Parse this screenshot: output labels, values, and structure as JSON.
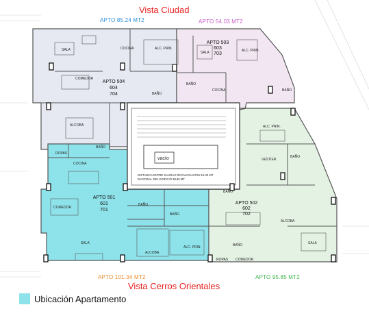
{
  "titles": {
    "top": "Vista Ciudad",
    "bottom": "Vista Cerros Orientales"
  },
  "areas": {
    "a504": "APTO  85.24 MT2",
    "a503": "APTO  54.03 MT2",
    "a501": "APTO  101.34 MT2",
    "a502": "APTO  95.85 MT2"
  },
  "apartments": {
    "a504": [
      "APTO 504",
      "604",
      "704"
    ],
    "a503": [
      "APTO 503",
      "603",
      "703"
    ],
    "a501": [
      "APTO 501",
      "601",
      "701"
    ],
    "a502": [
      "APTO 502",
      "602",
      "702"
    ]
  },
  "rooms": {
    "sala": "SALA",
    "cocina": "COCINA",
    "alc_prin": "ALC. PRIN.",
    "comedor": "COMEDOR",
    "bano": "BAÑO",
    "alcoba": "ALCOBA",
    "ropas": "ROPAS",
    "vestier": "VESTIER",
    "vacio": "vacío"
  },
  "evacuation": [
    "DISTANCIA ENTRE SALIDAS DE EVACUACION  15.30 MT",
    "DIAGONAL DEL EDIFICIO  38.90 MT"
  ],
  "legend": {
    "label": "Ubicación Apartamento",
    "color": "#8ee3ea"
  },
  "colors": {
    "a504": "#e6e8f2",
    "a503": "#f1e6f1",
    "a501": "#8ee3ea",
    "a502": "#e4f2e4",
    "area504": "#2a8fd6",
    "area503": "#c95fc9",
    "area501": "#f08a28",
    "area502": "#3cb54a",
    "title": "#e8201e"
  }
}
